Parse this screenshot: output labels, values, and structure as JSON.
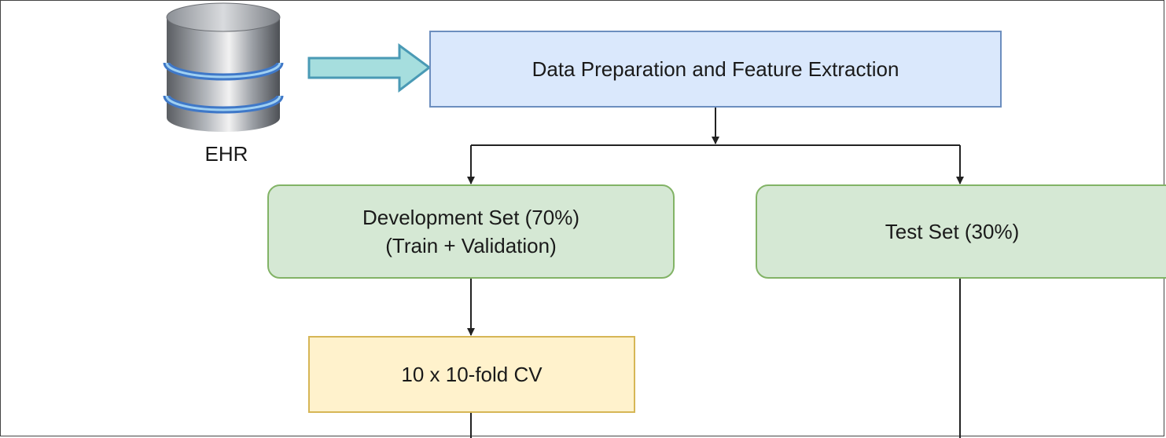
{
  "diagram": {
    "source": {
      "label": "EHR",
      "icon": "database-icon"
    },
    "nodes": {
      "prep": {
        "lines": [
          "Data Preparation and Feature Extraction"
        ]
      },
      "dev": {
        "lines": [
          "Development Set (70%)",
          "(Train + Validation)"
        ]
      },
      "test": {
        "lines": [
          "Test Set (30%)"
        ]
      },
      "cv": {
        "lines": [
          "10 x 10-fold CV"
        ]
      }
    },
    "edges": [
      {
        "from": "source",
        "to": "prep"
      },
      {
        "from": "prep",
        "to": "dev"
      },
      {
        "from": "prep",
        "to": "test"
      },
      {
        "from": "dev",
        "to": "cv"
      }
    ]
  },
  "colors": {
    "prep_fill": "#dae8fc",
    "prep_stroke": "#6c8ebf",
    "split_fill": "#d5e8d4",
    "split_stroke": "#82b366",
    "cv_fill": "#fff2cc",
    "cv_stroke": "#d6b656",
    "arrow_fill": "#a6dede",
    "arrow_stroke": "#4a9ab5",
    "connector": "#222222"
  }
}
